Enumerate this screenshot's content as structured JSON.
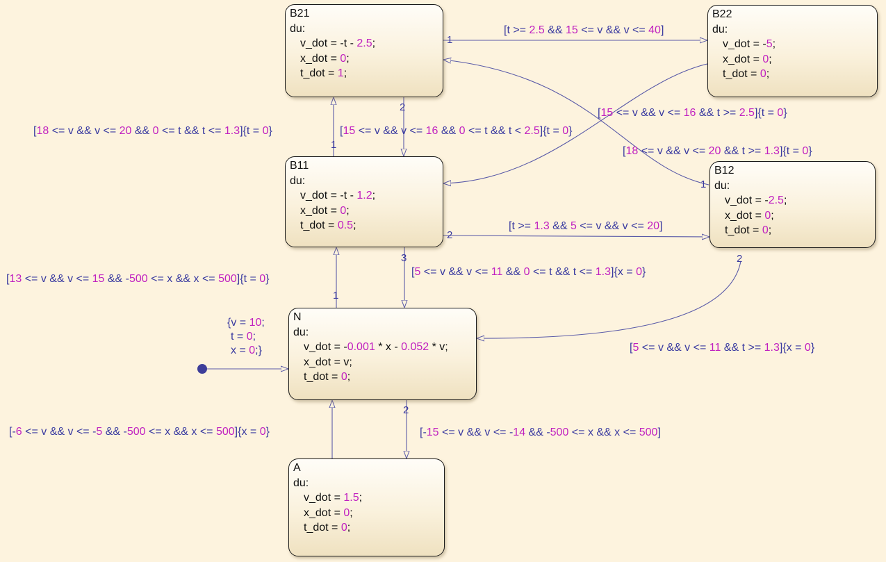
{
  "states": [
    {
      "id": "B21",
      "name": "B21",
      "section": "du:",
      "lines": [
        [
          "v_dot = -t - ",
          "2.5",
          ";"
        ],
        [
          "x_dot = ",
          "0",
          ";"
        ],
        [
          "t_dot = ",
          "1",
          ";"
        ]
      ]
    },
    {
      "id": "B22",
      "name": "B22",
      "section": "du:",
      "lines": [
        [
          "v_dot = -",
          "5",
          ";"
        ],
        [
          "x_dot = ",
          "0",
          ";"
        ],
        [
          "t_dot = ",
          "0",
          ";"
        ]
      ]
    },
    {
      "id": "B11",
      "name": "B11",
      "section": "du:",
      "lines": [
        [
          "v_dot = -t - ",
          "1.2",
          ";"
        ],
        [
          "x_dot = ",
          "0",
          ";"
        ],
        [
          "t_dot = ",
          "0.5",
          ";"
        ]
      ]
    },
    {
      "id": "B12",
      "name": "B12",
      "section": "du:",
      "lines": [
        [
          "v_dot = -",
          "2.5",
          ";"
        ],
        [
          "x_dot = ",
          "0",
          ";"
        ],
        [
          "t_dot = ",
          "0",
          ";"
        ]
      ]
    },
    {
      "id": "N",
      "name": "N",
      "section": "du:",
      "lines": [
        [
          "v_dot = -",
          "0.001",
          " * x - ",
          "0.052",
          " * v;"
        ],
        [
          "x_dot = v;"
        ],
        [
          "t_dot = ",
          "0",
          ";"
        ]
      ]
    },
    {
      "id": "A",
      "name": "A",
      "section": "du:",
      "lines": [
        [
          "v_dot = ",
          "1.5",
          ";"
        ],
        [
          "x_dot = ",
          "0",
          ";"
        ],
        [
          "t_dot = ",
          "0",
          ";"
        ]
      ]
    }
  ],
  "transitions": [
    {
      "id": "b21-b22",
      "parts": [
        "[t >= ",
        "2.5",
        " && ",
        "15",
        " <= v && v <= ",
        "40",
        "]"
      ]
    },
    {
      "id": "b22-b11",
      "parts": [
        "[",
        "15",
        " <= v && v <= ",
        "16",
        " && t >= ",
        "2.5",
        "]{t = ",
        "0",
        "}"
      ]
    },
    {
      "id": "b12-b21",
      "parts": [
        "[",
        "18",
        " <= v && v <= ",
        "20",
        " && t >= ",
        "1.3",
        "]{t = ",
        "0",
        "}"
      ]
    },
    {
      "id": "b11-b21",
      "parts": [
        "[",
        "18",
        " <= v && v <= ",
        "20",
        " && ",
        "0",
        " <= t && t <= ",
        "1.3",
        "]{t = ",
        "0",
        "}"
      ]
    },
    {
      "id": "b21-b11",
      "parts": [
        "[",
        "15",
        " <= v && v <= ",
        "16",
        " && ",
        "0",
        " <= t && t < ",
        "2.5",
        "]{t = ",
        "0",
        "}"
      ]
    },
    {
      "id": "b11-b12",
      "parts": [
        "[t >= ",
        "1.3",
        " && ",
        "5",
        " <= v && v <= ",
        "20",
        "]"
      ]
    },
    {
      "id": "n-b11",
      "parts": [
        "[",
        "13",
        " <= v && v <= ",
        "15",
        " && -",
        "500",
        " <= x && x <= ",
        "500",
        "]{t = ",
        "0",
        "}"
      ]
    },
    {
      "id": "b11-n",
      "parts": [
        "[",
        "5",
        " <= v && v <= ",
        "11",
        " && ",
        "0",
        " <= t && t <= ",
        "1.3",
        "]{x = ",
        "0",
        "}"
      ]
    },
    {
      "id": "b12-n",
      "parts": [
        "[",
        "5",
        " <= v && v <= ",
        "11",
        " && t >= ",
        "1.3",
        "]{x = ",
        "0",
        "}"
      ]
    },
    {
      "id": "a-n",
      "parts": [
        "[-",
        "6",
        " <= v && v <= -",
        "5",
        " && -",
        "500",
        " <= x && x <= ",
        "500",
        "]{x = ",
        "0",
        "}"
      ]
    },
    {
      "id": "n-a",
      "parts": [
        "[-",
        "15",
        " <= v && v <= -",
        "14",
        " && -",
        "500",
        " <= x && x <= ",
        "500",
        "]"
      ]
    }
  ],
  "default_transition": {
    "lines": [
      [
        "{v = ",
        "10",
        ";"
      ],
      [
        "t = ",
        "0",
        ";"
      ],
      [
        "x = ",
        "0",
        ";}"
      ]
    ]
  },
  "execution_orders": {
    "b21-b22": "1",
    "b21-b11": "2",
    "b11-b21": "1",
    "b11-b12": "2",
    "b11-n": "3",
    "b12-b21": "1",
    "b12-n": "2",
    "n-b11": "1",
    "n-a": "2"
  },
  "colors": {
    "background": "#fdf3de",
    "label": "#3a3aa0",
    "number": "#c020c0",
    "wire": "#5a5aa8"
  }
}
